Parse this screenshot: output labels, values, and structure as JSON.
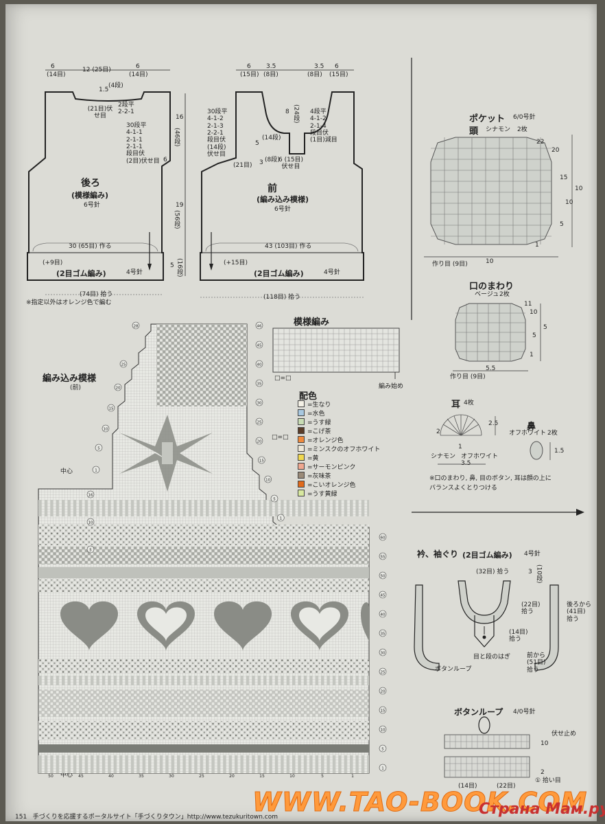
{
  "back": {
    "title": "後ろ",
    "subtitle": "(模様編み)",
    "needle": "6号針",
    "dim_top": [
      "6",
      "12 (25目)",
      "6"
    ],
    "dim_top_sub": [
      "(14目)",
      "(14目)"
    ],
    "neck_depth": "1.5",
    "neck_rows": "(4段)",
    "neck_note": "(21目)伏せ目",
    "neck_dec": "2段平\n2-2-1",
    "arm_dec": "30段平\n4-1-1\n2-1-1\n2-1-1\n段目伏\n(2目)伏せ目",
    "side_marker": "6",
    "cast_on": "30 (65目) 作る",
    "ribbing_inc": "(+9目)",
    "ribbing_label": "(2目ゴム編み)",
    "ribbing_needle": "4号針",
    "pickup": "(74目) 拾う",
    "note": "※指定以外はオレンジ色で編む"
  },
  "front": {
    "title": "前",
    "subtitle": "(編み込み模様)",
    "needle": "6号針",
    "dim_top": [
      "6",
      "3.5",
      "3.5",
      "6"
    ],
    "dim_top_sub": [
      "(15目)",
      "(8目)",
      "(8目)",
      "(15目)"
    ],
    "neck_depth": "8",
    "neck_rows": "(24段)",
    "left_dec": "30段平\n4-1-2\n2-1-3\n2-2-1\n段目伏\n(14段)\n伏せ目",
    "right_dec": "4段平\n4-1-2\n2-1-4\n段目伏\n(1目)減目",
    "mid_5": "5",
    "mid_14": "(14段)",
    "mid_3": "3",
    "mid_8": "(8段)",
    "mid_21": "(21目)",
    "center_6": "6 (15目)\n伏せ目",
    "right_16": "16",
    "right_46": "(46段)",
    "right_19": "19",
    "right_56": "(56段)",
    "right_5": "5",
    "right_16b": "(16段)",
    "cast_on": "43 (103目) 作る",
    "ribbing_inc": "(+15目)",
    "ribbing_label": "(2目ゴム編み)",
    "ribbing_needle": "4号針",
    "pickup": "(118目) 拾う"
  },
  "pocket": {
    "title": "ポケット",
    "needle": "6/0号針",
    "head_label": "頭",
    "head_color": "シナモン",
    "head_count": "2枚",
    "width": "10",
    "height": "10",
    "chain": "作り目 (9目)",
    "row_marks": [
      "22",
      "20",
      "15",
      "10",
      "5",
      "1"
    ],
    "mouth_title": "口のまわり",
    "mouth_color": "ベージュ",
    "mouth_count": "2枚",
    "mouth_width": "5.5",
    "mouth_height": "5",
    "mouth_chain": "作り目 (9目)",
    "mouth_marks": [
      "11",
      "10",
      "5",
      "1"
    ],
    "ear_title": "耳",
    "ear_count": "4枚",
    "ear_h": "2.5",
    "ear_w": "3.5",
    "ear_colors": [
      "シナモン",
      "オフホワイト"
    ],
    "ear_marks": [
      "2",
      "1"
    ],
    "nose_title": "鼻",
    "nose_color": "オフホワイト",
    "nose_count": "2枚",
    "nose_h": "1.5",
    "note": "※口のまわり, 鼻, 目のボタン, 耳は顔の上に\nバランスよくとりつける"
  },
  "chart": {
    "title": "編み込み模様",
    "subtitle": "(前)",
    "pattern_title": "模様編み",
    "pattern_legend": "□=□",
    "pattern_start": "編み始め",
    "center_label": "中心",
    "palette_title": "配色",
    "palette_key": "□=□",
    "palette": [
      {
        "label": "=生なり",
        "color": "#f4f1e6"
      },
      {
        "label": "=水色",
        "color": "#a8c8e0"
      },
      {
        "label": "=うす緑",
        "color": "#c8dcb4"
      },
      {
        "label": "=こげ茶",
        "color": "#5a3c28"
      },
      {
        "label": "=オレンジ色",
        "color": "#f08a3c"
      },
      {
        "label": "=ミンスクのオフホワイト",
        "color": "#ece6d6"
      },
      {
        "label": "=黄",
        "color": "#f0d850"
      },
      {
        "label": "=サーモンピンク",
        "color": "#f0a890"
      },
      {
        "label": "=灰味茶",
        "color": "#9a8a78"
      },
      {
        "label": "=こいオレンジ色",
        "color": "#e06a1c"
      },
      {
        "label": "=うす黄緑",
        "color": "#d8e8a0"
      }
    ],
    "left_marks": [
      "28",
      "25",
      "20",
      "15",
      "10",
      "5",
      "1",
      "16",
      "10",
      "5"
    ],
    "right_marks": [
      "46",
      "45",
      "40",
      "35",
      "30",
      "25",
      "20",
      "15",
      "10",
      "5",
      "1",
      "60",
      "55",
      "50",
      "45",
      "40",
      "35",
      "30",
      "25",
      "20",
      "15",
      "10",
      "5",
      "1"
    ],
    "bottom_marks": [
      "50",
      "45",
      "40",
      "35",
      "30",
      "25",
      "20",
      "15",
      "10",
      "5",
      "1"
    ]
  },
  "collar": {
    "title": "衿、袖ぐり",
    "subtitle": "(2目ゴム編み)",
    "needle": "4号針",
    "pickup_top": "(32目) 拾う",
    "height": "3",
    "rows": "(10段)",
    "pickup_side": "(22目)\n拾う",
    "pickup_low": "(14目)\n拾う",
    "join": "目と段のはぎ",
    "button_loop": "ボタンループ",
    "back_pickup": "後ろから\n(41目)\n拾う",
    "front_pickup": "前から\n(51目)\n拾う"
  },
  "loop": {
    "title": "ボタンループ",
    "needle": "4/0号針",
    "bind_off": "伏せ止め",
    "row_top": "10",
    "row_low": "2",
    "row_first": "① 拾い目",
    "pick_left": "(14目)",
    "pick_right": "(22目)"
  },
  "footer": {
    "page": "151",
    "text": "手づくりを応援するポータルサイト「手づくりタウン」http://www.tezukuritown.com"
  },
  "watermark": {
    "main": "WWW.TAO-BOOK.COM",
    "side": "Страна Мам.ру"
  }
}
